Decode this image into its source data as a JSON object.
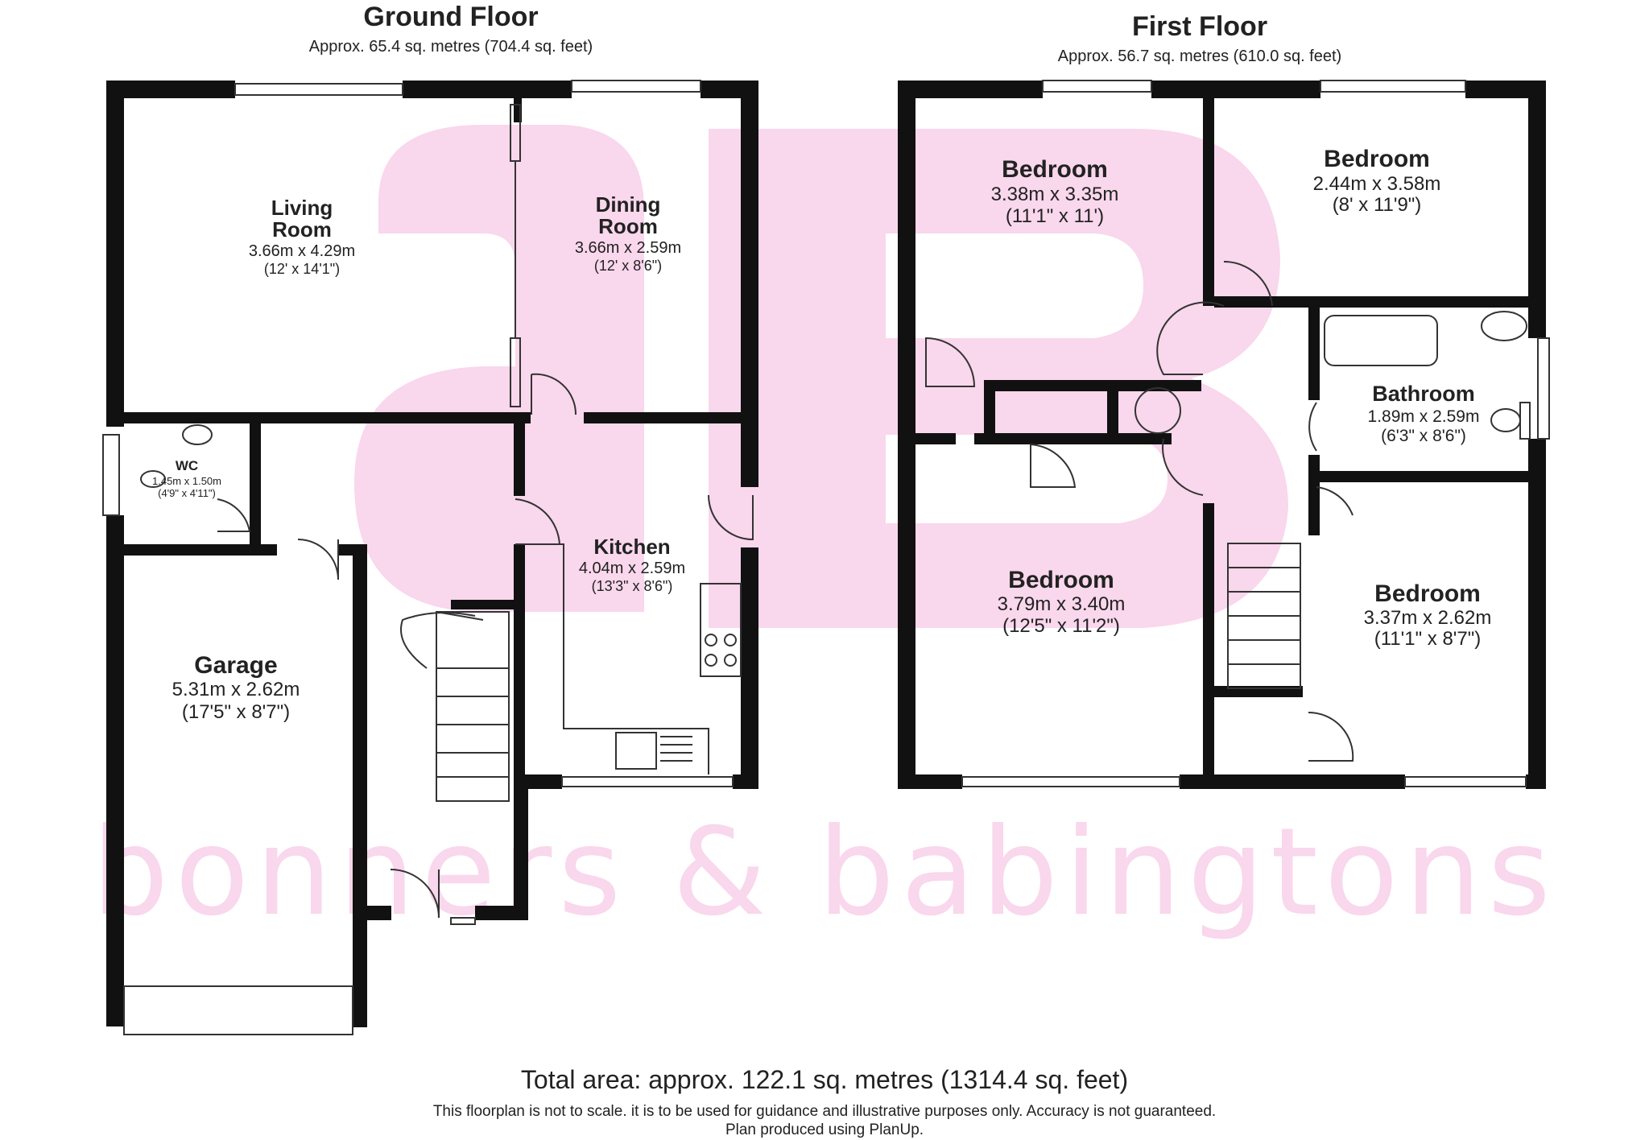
{
  "ground_floor": {
    "title": "Ground Floor",
    "area": "Approx. 65.4 sq. metres (704.4 sq. feet)",
    "rooms": {
      "living": {
        "name_l1": "Living",
        "name_l2": "Room",
        "metric": "3.66m x 4.29m",
        "imperial": "(12' x 14'1\")"
      },
      "dining": {
        "name_l1": "Dining",
        "name_l2": "Room",
        "metric": "3.66m x 2.59m",
        "imperial": "(12' x 8'6\")"
      },
      "wc": {
        "name": "WC",
        "metric": "1.45m x 1.50m",
        "imperial": "(4'9\" x 4'11\")"
      },
      "kitchen": {
        "name": "Kitchen",
        "metric": "4.04m x 2.59m",
        "imperial": "(13'3\" x 8'6\")"
      },
      "garage": {
        "name": "Garage",
        "metric": "5.31m x 2.62m",
        "imperial": "(17'5\" x 8'7\")"
      }
    }
  },
  "first_floor": {
    "title": "First Floor",
    "area": "Approx. 56.7 sq. metres (610.0 sq. feet)",
    "rooms": {
      "bedroom1": {
        "name": "Bedroom",
        "metric": "3.38m x 3.35m",
        "imperial": "(11'1\" x 11')"
      },
      "bedroom2": {
        "name": "Bedroom",
        "metric": "2.44m x 3.58m",
        "imperial": "(8' x 11'9\")"
      },
      "bathroom": {
        "name": "Bathroom",
        "metric": "1.89m x 2.59m",
        "imperial": "(6'3\" x 8'6\")"
      },
      "bedroom3": {
        "name": "Bedroom",
        "metric": "3.79m x 3.40m",
        "imperial": "(12'5\" x 11'2\")"
      },
      "bedroom4": {
        "name": "Bedroom",
        "metric": "3.37m x 2.62m",
        "imperial": "(11'1\" x 8'7\")"
      }
    }
  },
  "watermark": {
    "text": "bonners & babingtons",
    "color": "#f9d7ec"
  },
  "footer": {
    "total": "Total area: approx. 122.1 sq. metres (1314.4 sq. feet)",
    "disclaimer": "This floorplan is not to scale. it is to be used for guidance and illustrative purposes only. Accuracy is not guaranteed.",
    "credit": "Plan produced using PlanUp."
  },
  "colors": {
    "wall": "#111111",
    "watermark": "#f9d7ec",
    "text": "#222222"
  }
}
